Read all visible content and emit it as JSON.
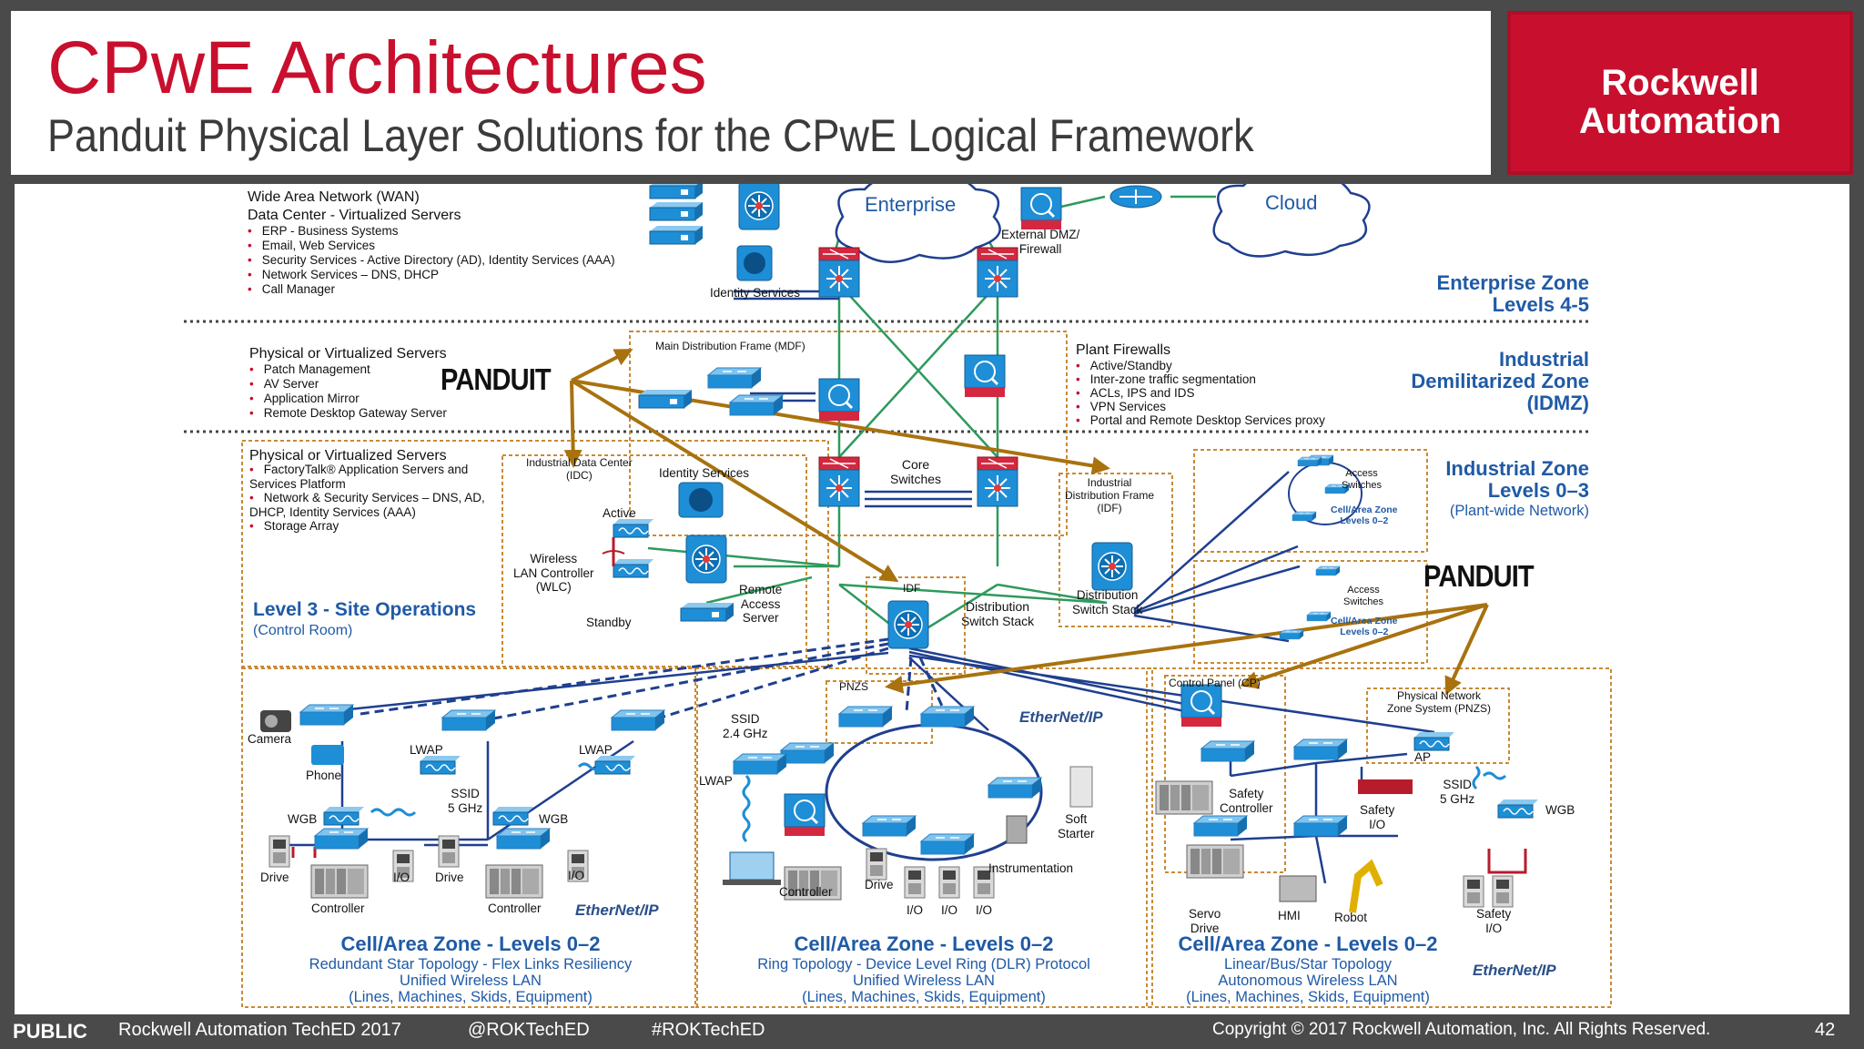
{
  "header": {
    "title": "CPwE Architectures",
    "subtitle": "Panduit Physical Layer Solutions for the CPwE Logical Framework",
    "logo_line1": "Rockwell",
    "logo_line2": "Automation"
  },
  "enterprise": {
    "wan_title": "Wide Area Network (WAN)",
    "dc_title": "Data Center - Virtualized Servers",
    "bullets": [
      "ERP - Business Systems",
      "Email, Web Services",
      "Security Services - Active Directory (AD), Identity Services (AAA)",
      "Network Services – DNS, DHCP",
      "Call Manager"
    ],
    "identity_services": "Identity Services",
    "cloud_enterprise": "Enterprise",
    "cloud_cloud": "Cloud",
    "dmz_firewall": "External DMZ/\nFirewall",
    "zone_line1": "Enterprise Zone",
    "zone_line2": "Levels 4-5"
  },
  "idmz": {
    "servers_title": "Physical or Virtualized Servers",
    "servers_bullets": [
      "Patch Management",
      "AV Server",
      "Application Mirror",
      "Remote Desktop Gateway Server"
    ],
    "mdf_label": "Main Distribution Frame (MDF)",
    "firewalls_title": "Plant Firewalls",
    "firewalls_bullets": [
      "Active/Standby",
      "Inter-zone traffic segmentation",
      "ACLs, IPS and IDS",
      "VPN Services",
      "Portal and Remote Desktop Services proxy"
    ],
    "zone_line1": "Industrial",
    "zone_line2": "Demilitarized Zone",
    "zone_line3": "(IDMZ)"
  },
  "industrial": {
    "servers_title": "Physical or Virtualized Servers",
    "servers_bullets": [
      "FactoryTalk® Application Servers and Services Platform",
      "Network & Security Services – DNS, AD, DHCP, Identity Services (AAA)",
      "Storage Array"
    ],
    "idc_label": "Industrial Data Center\n(IDC)",
    "identity_services": "Identity Services",
    "active": "Active",
    "wlc": "Wireless\nLAN Controller\n(WLC)",
    "standby": "Standby",
    "remote_access": "Remote\nAccess\nServer",
    "level3_title": "Level 3 - Site Operations",
    "level3_sub": "(Control Room)",
    "core_switches": "Core\nSwitches",
    "idf_main": "Industrial\nDistribution Frame\n(IDF)",
    "dist_stack_right": "Distribution\nSwitch Stack",
    "idf": "IDF",
    "dist_stack": "Distribution\nSwitch Stack",
    "access_switches": "Access\nSwitches",
    "cell_zone_small": "Cell/Area Zone\nLevels 0–2",
    "zone_line1": "Industrial Zone",
    "zone_line2": "Levels 0–3",
    "zone_line3": "(Plant-wide Network)",
    "panduit": "PANDUIT"
  },
  "cell_left": {
    "camera": "Camera",
    "phone": "Phone",
    "lwap1": "LWAP",
    "lwap2": "LWAP",
    "ssid": "SSID\n5 GHz",
    "wgb1": "WGB",
    "wgb2": "WGB",
    "drive1": "Drive",
    "io1": "I/O",
    "drive2": "Drive",
    "io2": "I/O",
    "controller1": "Controller",
    "controller2": "Controller",
    "ethernet": "EtherNet/IP",
    "title": "Cell/Area Zone - Levels 0–2",
    "line1": "Redundant Star Topology - Flex Links Resiliency",
    "line2": "Unified Wireless LAN",
    "line3": "(Lines, Machines, Skids, Equipment)"
  },
  "cell_mid": {
    "pnzs": "PNZS",
    "ssid": "SSID\n2.4 GHz",
    "lwap": "LWAP",
    "ethernet": "EtherNet/IP",
    "soft_starter": "Soft\nStarter",
    "instrumentation": "Instrumentation",
    "controller": "Controller",
    "drive": "Drive",
    "io1": "I/O",
    "io2": "I/O",
    "io3": "I/O",
    "title": "Cell/Area Zone - Levels 0–2",
    "line1": "Ring Topology - Device Level Ring (DLR) Protocol",
    "line2": "Unified Wireless LAN",
    "line3": "(Lines, Machines, Skids, Equipment)"
  },
  "cell_right": {
    "control_panel": "Control Panel (CP)",
    "pnzs": "Physical Network\nZone System (PNZS)",
    "ap": "AP",
    "ssid": "SSID\n5 GHz",
    "wgb": "WGB",
    "safety_controller": "Safety\nController",
    "safety_io1": "Safety\nI/O",
    "safety_io2": "Safety\nI/O",
    "servo": "Servo\nDrive",
    "hmi": "HMI",
    "robot": "Robot",
    "ethernet": "EtherNet/IP",
    "title": "Cell/Area Zone - Levels 0–2",
    "line1": "Linear/Bus/Star Topology",
    "line2": "Autonomous Wireless LAN",
    "line3": "(Lines, Machines, Skids, Equipment)"
  },
  "footer": {
    "public": "PUBLIC",
    "event": "Rockwell Automation TechED 2017",
    "handle": "@ROKTechED",
    "hashtag": "#ROKTechED",
    "copyright": "Copyright © 2017 Rockwell Automation, Inc. All Rights Reserved.",
    "page": "42"
  },
  "colors": {
    "red": "#c8102e",
    "blue": "#1f5aa6",
    "orange_arrow": "#a8720f",
    "green_link": "#2e9a5e",
    "navy_link": "#1f3f8f"
  }
}
